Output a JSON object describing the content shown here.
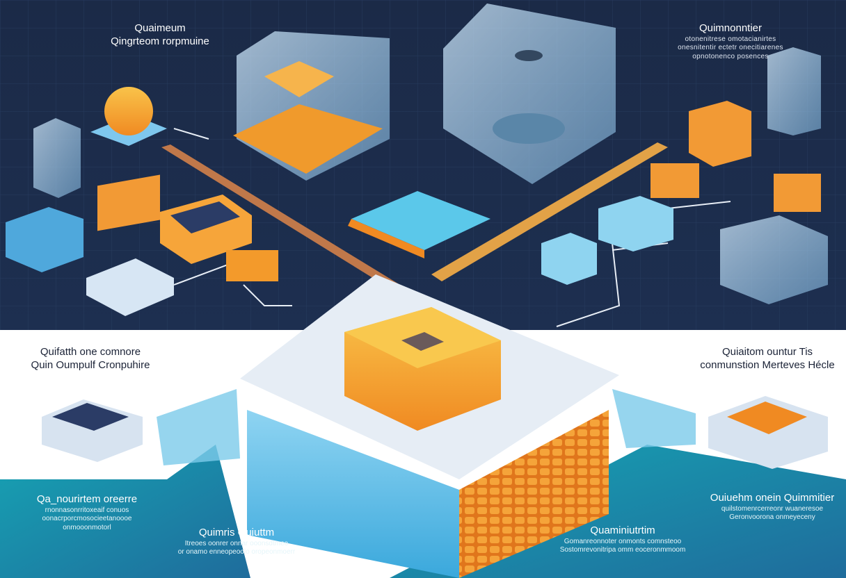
{
  "labels": {
    "top_left": {
      "title": "Quaimeum",
      "subtitle": "Qingrteom rorpmuine"
    },
    "top_right": {
      "title": "Quimnonntier",
      "lines": [
        "otonenitrese omotacianirtes",
        "onesnitentir ectetr onecitiarenes",
        "opnotonenco posences"
      ]
    },
    "mid_left": {
      "title": "Quifatth one comnore",
      "subtitle": "Quin Oumpulf Cronpuhire"
    },
    "mid_right": {
      "title": "Quiaitom ountur Tis",
      "subtitle": "conmunstion Merteves Hécle"
    },
    "bottom_left": {
      "title": "Qa_nourirtem oreerre",
      "lines": [
        "rnonnasonrritoxeaif conuos",
        "oonacrporcmosocieetanoooe",
        "onmooonmotorl"
      ]
    },
    "bottom_center_left": {
      "title": "Quimris Ouiuttm",
      "lines": [
        "Itreoes oonrer onnar ooonsdtmeo",
        "or onamo enneopeoolo oropeonmoerr"
      ]
    },
    "bottom_center_right": {
      "title": "Quaminiutrtim",
      "lines": [
        "Gomanreonnoter onmonts comnsteoo",
        "Sostomrevonitripa omm eoceronmmoom"
      ]
    },
    "bottom_right": {
      "title": "Ouiuehm onein Quimmitier",
      "lines": [
        "quilstomenrcerreonr wuaneresoe",
        "Geronvoorona onmeyeceny"
      ]
    }
  },
  "colors": {
    "navy": "#1b2a48",
    "teal": "#1a9fb2",
    "orange": "#f39a2b",
    "cyan": "#5bc8ea"
  }
}
